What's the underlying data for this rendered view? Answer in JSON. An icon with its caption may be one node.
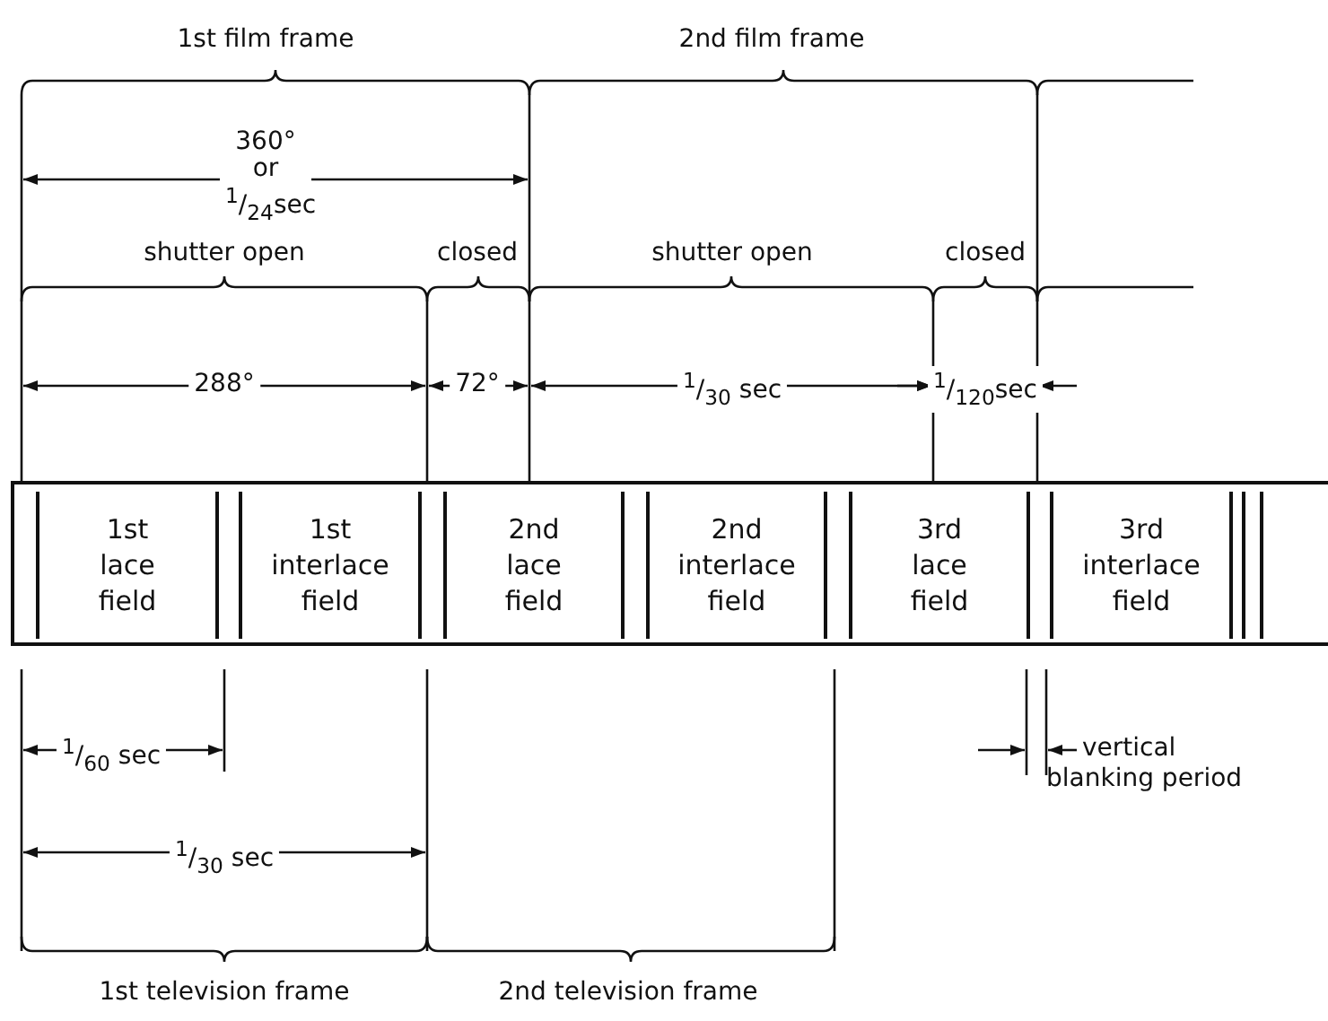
{
  "diagram": {
    "nodes": [
      {
        "text": [],
        "shape": "bar"
      },
      {
        "text": [
          "1st lace field"
        ],
        "in": 0
      },
      {
        "text": [
          "1st interlace field"
        ],
        "in": 0
      },
      {
        "text": [
          "2nd lace field"
        ],
        "in": 0
      },
      {
        "text": [
          "2nd interlace field"
        ],
        "in": 0
      },
      {
        "text": [
          "3rd lace field"
        ],
        "in": 0
      },
      {
        "text": [
          "3rd interlace field"
        ],
        "in": 0
      }
    ],
    "labels": [
      "1st film frame",
      "2nd film frame",
      "360° or $^{1}$/$_{24}$sec",
      "shutter open",
      "closed",
      "shutter open",
      "closed",
      "288°",
      "72°",
      "$^{1}$/$_{30}$ sec",
      "$^{1}$/$_{120}$sec",
      "$^{1}$/$_{60}$ sec",
      "vertical blanking period",
      "$^{1}$/$_{30}$ sec",
      "1st television frame",
      "2nd television frame"
    ]
  }
}
